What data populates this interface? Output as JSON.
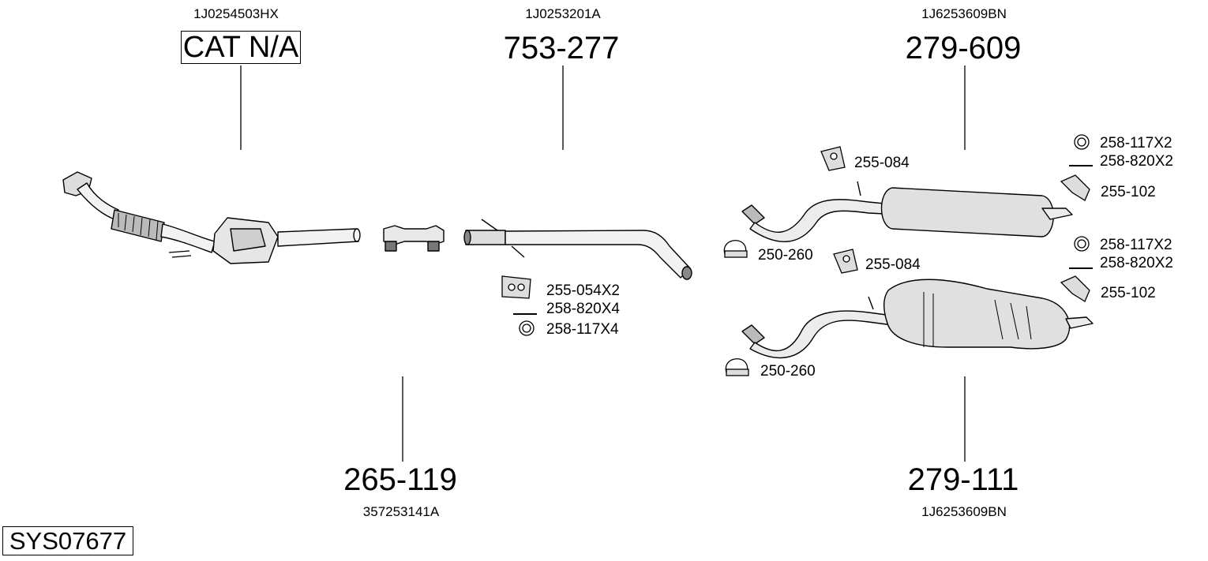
{
  "system_id": "SYS07677",
  "parts": [
    {
      "id": "catalyst",
      "oe_number": "1J0254503HX",
      "part_number": "CAT N/A"
    },
    {
      "id": "intermediate-pipe",
      "oe_number": "1J0253201A",
      "part_number": "753-277"
    },
    {
      "id": "rear-silencer-a",
      "oe_number": "1J6253609BN",
      "part_number": "279-609"
    },
    {
      "id": "clamp",
      "oe_number": "357253141A",
      "part_number": "265-119"
    },
    {
      "id": "rear-silencer-b",
      "oe_number": "1J6253609BN",
      "part_number": "279-111"
    }
  ],
  "accessories": {
    "mid": [
      "255-054X2",
      "258-820X4",
      "258-117X4"
    ],
    "rear_a": [
      "255-084",
      "258-117X2",
      "258-820X2",
      "255-102",
      "250-260"
    ],
    "rear_b": [
      "255-084",
      "258-117X2",
      "258-820X2",
      "255-102",
      "250-260"
    ]
  }
}
